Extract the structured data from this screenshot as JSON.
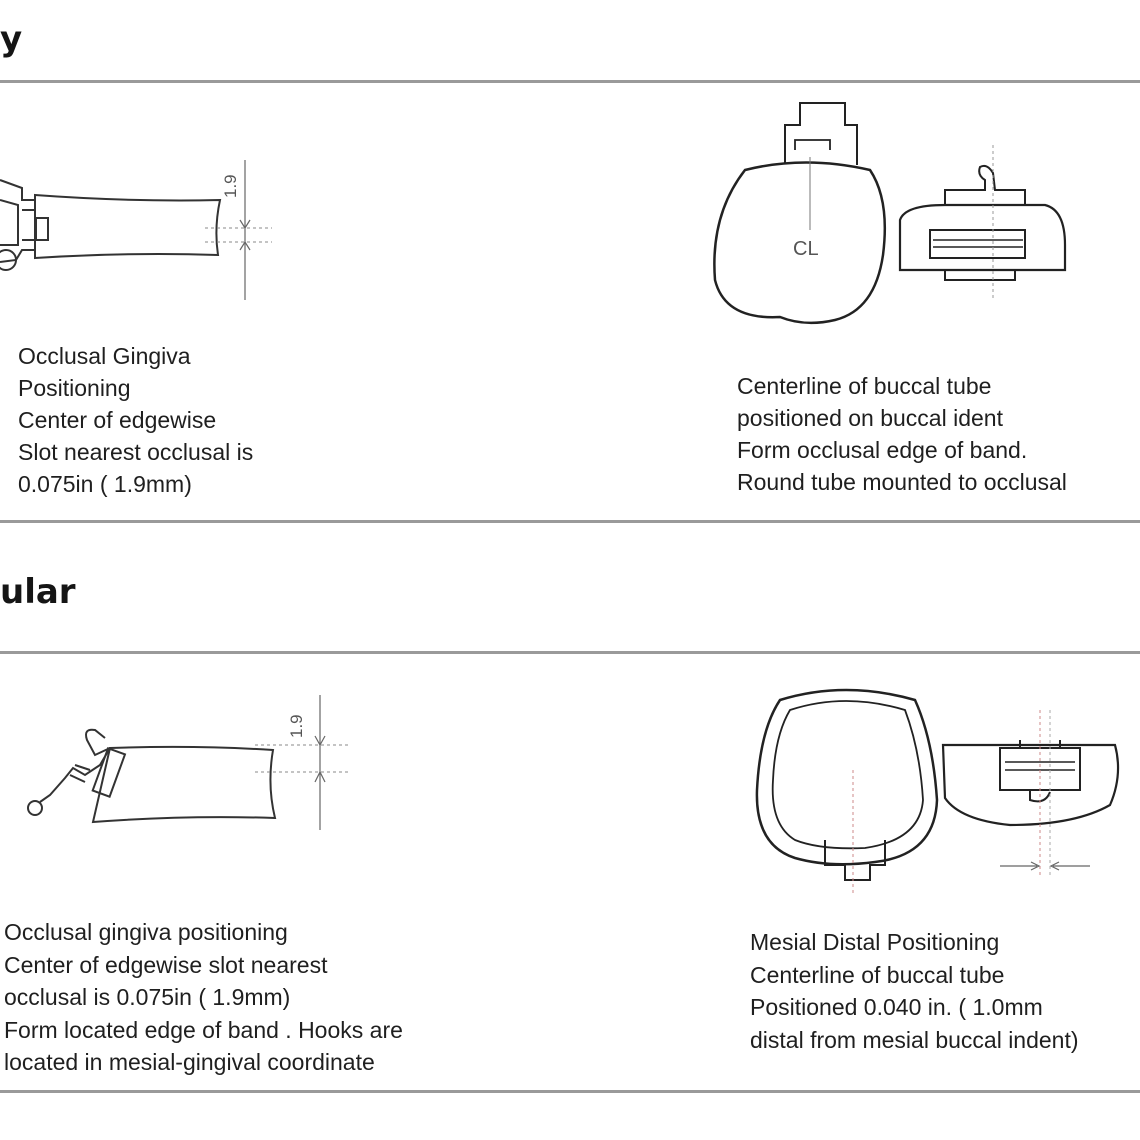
{
  "sections": [
    {
      "heading": "y",
      "left": {
        "dimension_label": "1.9",
        "lines": [
          "Occlusal Gingiva",
          "Positioning",
          "Center of edgewise",
          "Slot nearest occlusal is",
          "0.075in ( 1.9mm)"
        ]
      },
      "right": {
        "centerline_label": "CL",
        "lines": [
          "Centerline of buccal tube",
          "positioned on buccal ident",
          "Form occlusal edge of band.",
          "Round tube mounted to occlusal"
        ]
      }
    },
    {
      "heading": "ular",
      "left": {
        "dimension_label": "1.9",
        "lines": [
          "Occlusal gingiva positioning",
          "Center of edgewise slot nearest",
          "occlusal is 0.075in ( 1.9mm)",
          "Form located edge of band . Hooks are",
          "located in mesial-gingival coordinate"
        ]
      },
      "right": {
        "lines": [
          "Mesial Distal Positioning",
          "Centerline of buccal tube",
          "Positioned 0.040 in. ( 1.0mm",
          "distal from mesial buccal indent)"
        ]
      }
    }
  ]
}
